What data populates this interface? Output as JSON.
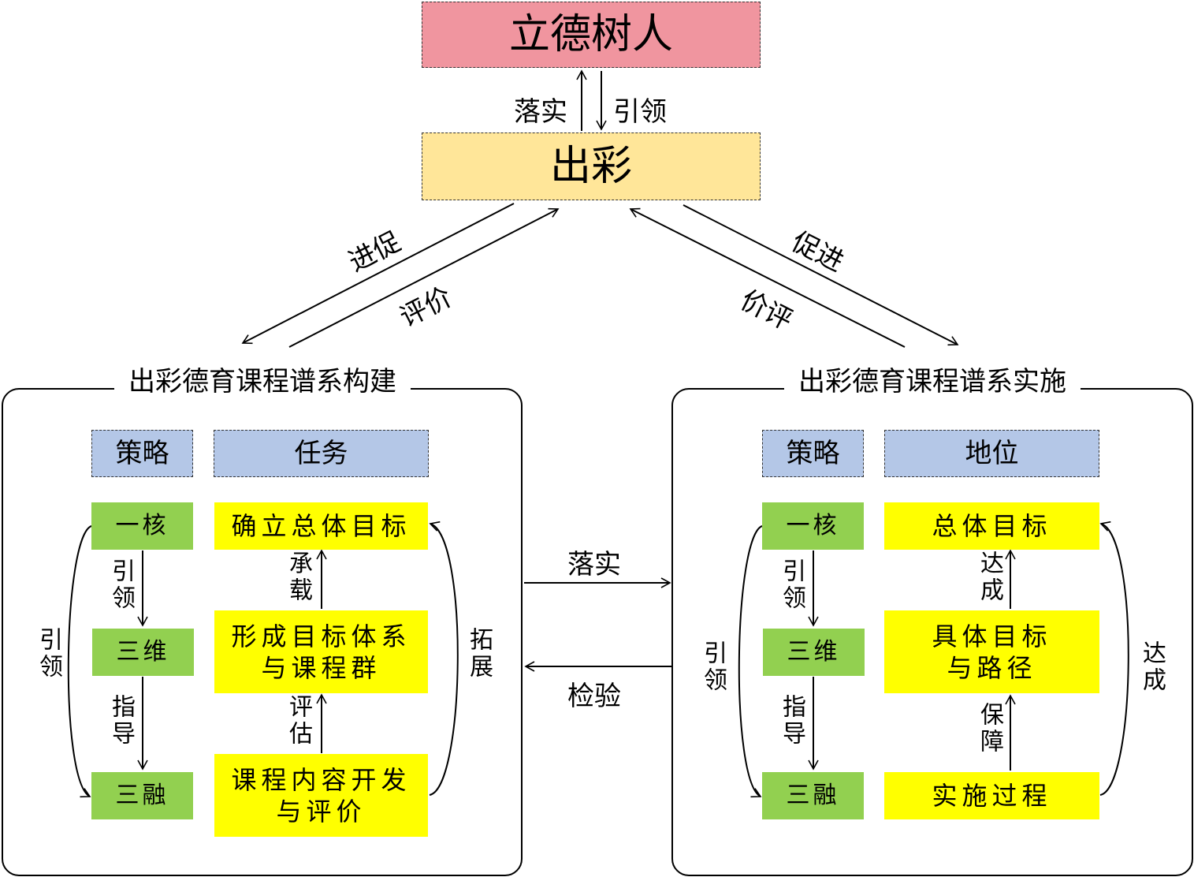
{
  "top": {
    "goal": "立德树人",
    "core": "出彩",
    "up_label": "落实",
    "down_label": "引领"
  },
  "diagonals": {
    "left_down": "进促",
    "left_up": "评价",
    "right_down": "促进",
    "right_up": "价评"
  },
  "left_panel": {
    "title": "出彩德育课程谱系构建",
    "header_strategy": "策略",
    "header_right": "任务",
    "green": [
      "一核",
      "三维",
      "三融"
    ],
    "yellow": [
      "确立总体目标",
      "形成目标体系\n与课程群",
      "课程内容开发\n与评价"
    ],
    "arrow_labels": {
      "g1": "引领",
      "g2": "指导",
      "y1": "承载",
      "y2": "评估",
      "left_curve": "引领",
      "right_curve": "拓展"
    }
  },
  "middle": {
    "to_right": "落实",
    "to_left": "检验"
  },
  "right_panel": {
    "title": "出彩德育课程谱系实施",
    "header_strategy": "策略",
    "header_right": "地位",
    "green": [
      "一核",
      "三维",
      "三融"
    ],
    "yellow": [
      "总体目标",
      "具体目标\n与路径",
      "实施过程"
    ],
    "arrow_labels": {
      "g1": "引领",
      "g2": "指导",
      "y1": "达成",
      "y2": "保障",
      "left_curve": "引领",
      "right_curve": "达成"
    }
  },
  "colors": {
    "pink": "#F0959F",
    "cream": "#FFE699",
    "blue": "#B4C7E7",
    "green": "#92D050",
    "yellow": "#FFFF00"
  }
}
